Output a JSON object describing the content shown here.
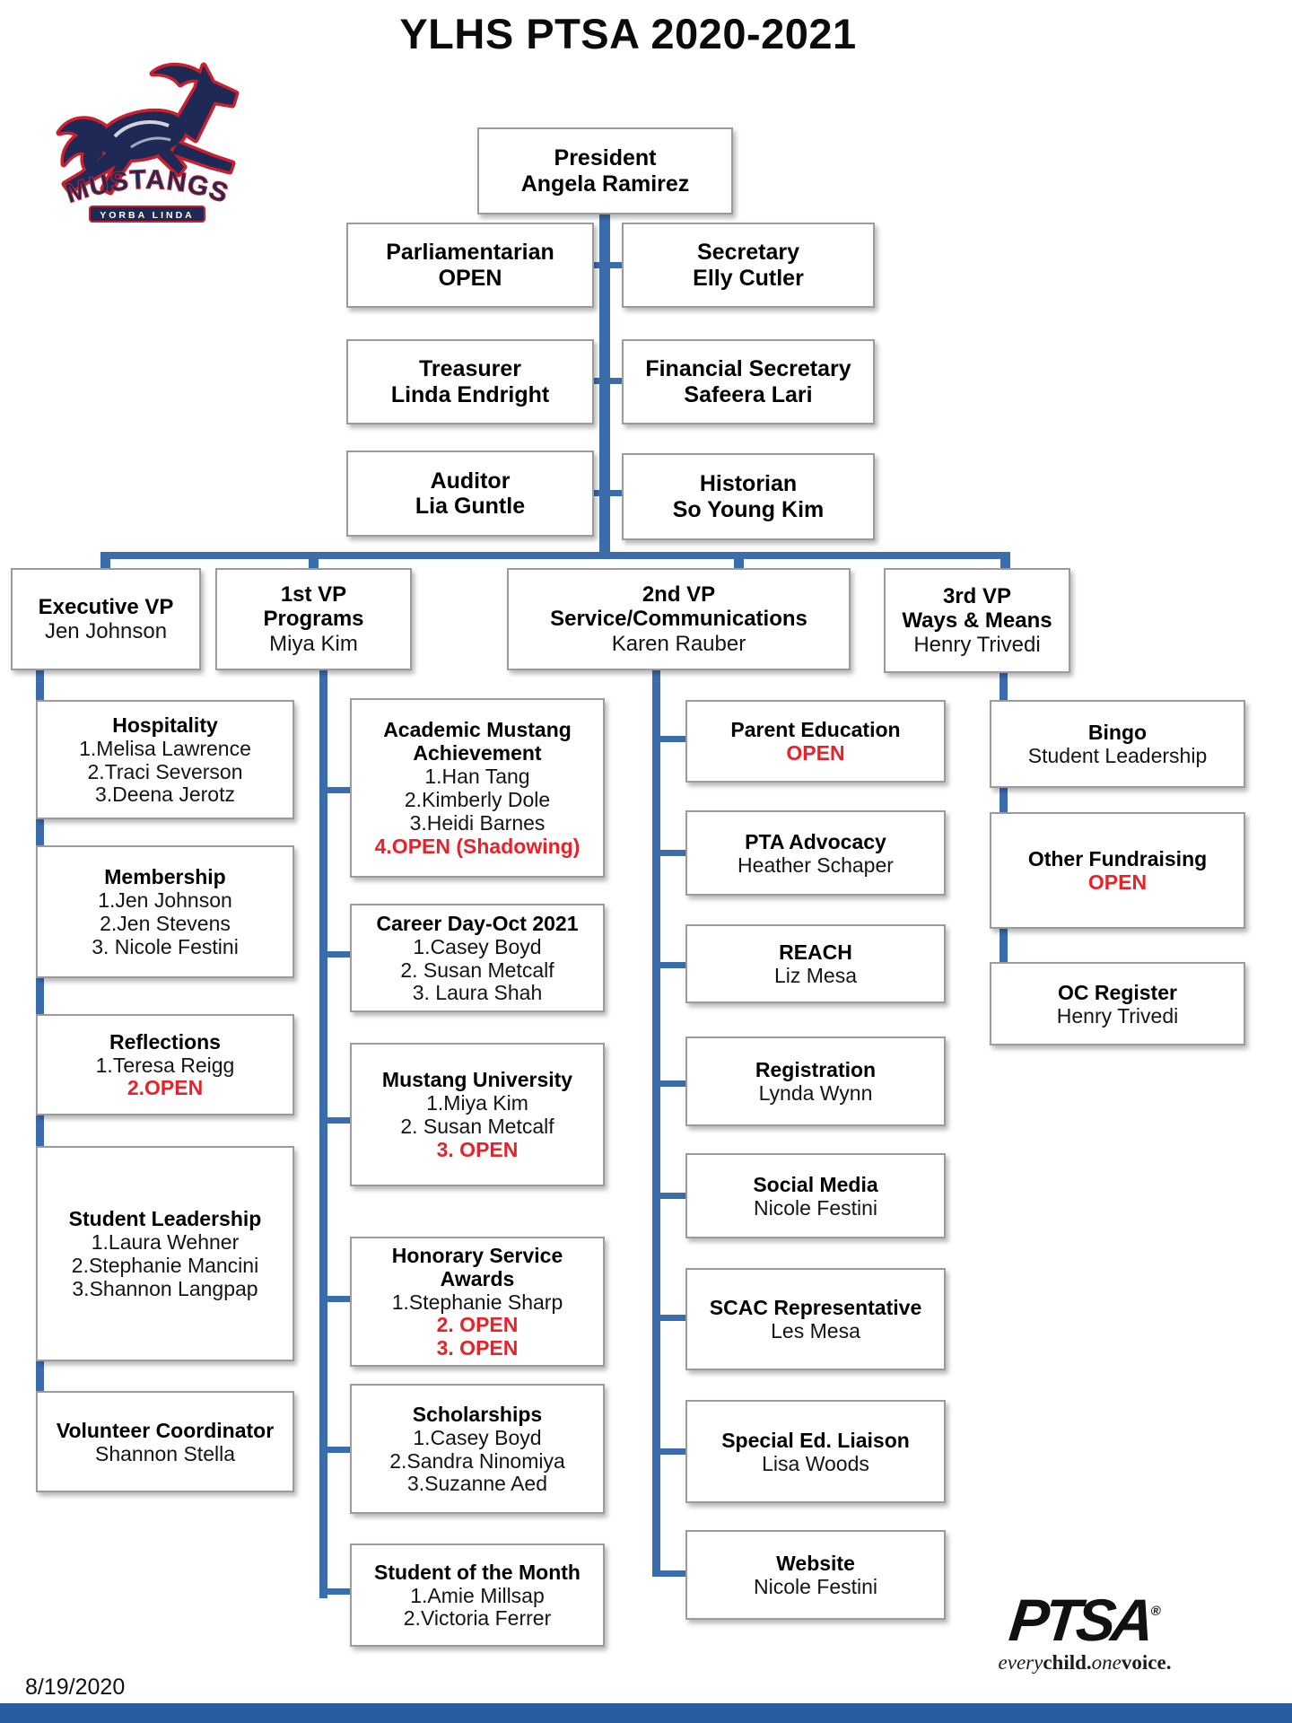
{
  "page_title": "YLHS PTSA 2020-2021",
  "date": "8/19/2020",
  "school_logo": {
    "name": "MUSTANGS",
    "location": "YORBA LINDA"
  },
  "ptsa_logo": {
    "wordmark": "PTSA",
    "registered": "®",
    "tagline": [
      [
        "every",
        "italic"
      ],
      [
        "child.",
        "bold"
      ],
      [
        "one",
        "italic"
      ],
      [
        "voice.",
        "bold"
      ]
    ]
  },
  "colors": {
    "connector_blue": "#3b6dad",
    "open_red": "#e8222a",
    "footer_bar_blue": "#2a5d9f",
    "logo_navy": "#1e2a55",
    "logo_red": "#c8202f"
  },
  "org": {
    "president": {
      "title": "President",
      "name": "Angela Ramirez"
    },
    "officers": [
      {
        "title": "Parliamentarian",
        "name": "OPEN"
      },
      {
        "title": "Secretary",
        "name": "Elly Cutler"
      },
      {
        "title": "Treasurer",
        "name": "Linda Endright"
      },
      {
        "title": "Financial Secretary",
        "name": "Safeera Lari"
      },
      {
        "title": "Auditor",
        "name": "Lia Guntle"
      },
      {
        "title": "Historian",
        "name": "So Young Kim"
      }
    ],
    "vps": [
      {
        "title_lines": [
          "Executive VP"
        ],
        "name": "Jen Johnson"
      },
      {
        "title_lines": [
          "1st VP",
          "Programs"
        ],
        "name": "Miya Kim"
      },
      {
        "title_lines": [
          "2nd VP",
          "Service/Communications"
        ],
        "name": "Karen Rauber"
      },
      {
        "title_lines": [
          "3rd VP",
          "Ways & Means"
        ],
        "name": "Henry Trivedi"
      }
    ],
    "columns": [
      {
        "boxes": [
          {
            "title_lines": [
              "Hospitality"
            ],
            "members": [
              {
                "text": "1.Melisa Lawrence"
              },
              {
                "text": "2.Traci Severson"
              },
              {
                "text": "3.Deena Jerotz"
              }
            ]
          },
          {
            "title_lines": [
              "Membership"
            ],
            "members": [
              {
                "text": "1.Jen Johnson"
              },
              {
                "text": "2.Jen Stevens"
              },
              {
                "text": "3. Nicole Festini"
              }
            ]
          },
          {
            "title_lines": [
              "Reflections"
            ],
            "members": [
              {
                "text": "1.Teresa Reigg"
              },
              {
                "text": "2.OPEN",
                "open": true
              }
            ]
          },
          {
            "title_lines": [
              "Student Leadership"
            ],
            "members": [
              {
                "text": "1.Laura Wehner"
              },
              {
                "text": "2.Stephanie Mancini"
              },
              {
                "text": "3.Shannon Langpap"
              }
            ]
          },
          {
            "title_lines": [
              "Volunteer Coordinator"
            ],
            "members": [
              {
                "text": "Shannon Stella"
              }
            ]
          }
        ]
      },
      {
        "boxes": [
          {
            "title_lines": [
              "Academic Mustang",
              "Achievement"
            ],
            "members": [
              {
                "text": "1.Han Tang"
              },
              {
                "text": "2.Kimberly Dole"
              },
              {
                "text": "3.Heidi Barnes"
              },
              {
                "text": "4.OPEN (Shadowing)",
                "open": true
              }
            ]
          },
          {
            "title_lines": [
              "Career Day-Oct 2021"
            ],
            "members": [
              {
                "text": "1.Casey Boyd"
              },
              {
                "text": "2. Susan Metcalf"
              },
              {
                "text": "3. Laura Shah"
              }
            ]
          },
          {
            "title_lines": [
              "Mustang University"
            ],
            "members": [
              {
                "text": "1.Miya Kim"
              },
              {
                "text": "2. Susan Metcalf"
              },
              {
                "text": "3. OPEN",
                "open": true
              }
            ]
          },
          {
            "title_lines": [
              "Honorary Service",
              "Awards"
            ],
            "members": [
              {
                "text": "1.Stephanie Sharp"
              },
              {
                "text": "2. OPEN",
                "open": true
              },
              {
                "text": "3. OPEN",
                "open": true
              }
            ]
          },
          {
            "title_lines": [
              "Scholarships"
            ],
            "members": [
              {
                "text": "1.Casey Boyd"
              },
              {
                "text": "2.Sandra Ninomiya"
              },
              {
                "text": "3.Suzanne Aed"
              }
            ]
          },
          {
            "title_lines": [
              "Student of the Month"
            ],
            "members": [
              {
                "text": "1.Amie Millsap"
              },
              {
                "text": "2.Victoria Ferrer"
              }
            ]
          }
        ]
      },
      {
        "boxes": [
          {
            "title_lines": [
              "Parent Education"
            ],
            "members": [
              {
                "text": "OPEN",
                "open": true
              }
            ]
          },
          {
            "title_lines": [
              "PTA Advocacy"
            ],
            "members": [
              {
                "text": "Heather Schaper"
              }
            ]
          },
          {
            "title_lines": [
              "REACH"
            ],
            "members": [
              {
                "text": "Liz Mesa"
              }
            ]
          },
          {
            "title_lines": [
              "Registration"
            ],
            "members": [
              {
                "text": "Lynda Wynn"
              }
            ]
          },
          {
            "title_lines": [
              "Social Media"
            ],
            "members": [
              {
                "text": "Nicole Festini"
              }
            ]
          },
          {
            "title_lines": [
              "SCAC Representative"
            ],
            "members": [
              {
                "text": "Les Mesa"
              }
            ]
          },
          {
            "title_lines": [
              "Special Ed. Liaison"
            ],
            "members": [
              {
                "text": "Lisa Woods"
              }
            ]
          },
          {
            "title_lines": [
              "Website"
            ],
            "members": [
              {
                "text": "Nicole Festini"
              }
            ]
          }
        ]
      },
      {
        "boxes": [
          {
            "title_lines": [
              "Bingo"
            ],
            "members": [
              {
                "text": "Student Leadership"
              }
            ]
          },
          {
            "title_lines": [
              "Other Fundraising"
            ],
            "members": [
              {
                "text": "OPEN",
                "open": true
              }
            ]
          },
          {
            "title_lines": [
              "OC Register"
            ],
            "members": [
              {
                "text": "Henry Trivedi"
              }
            ]
          }
        ]
      }
    ]
  }
}
